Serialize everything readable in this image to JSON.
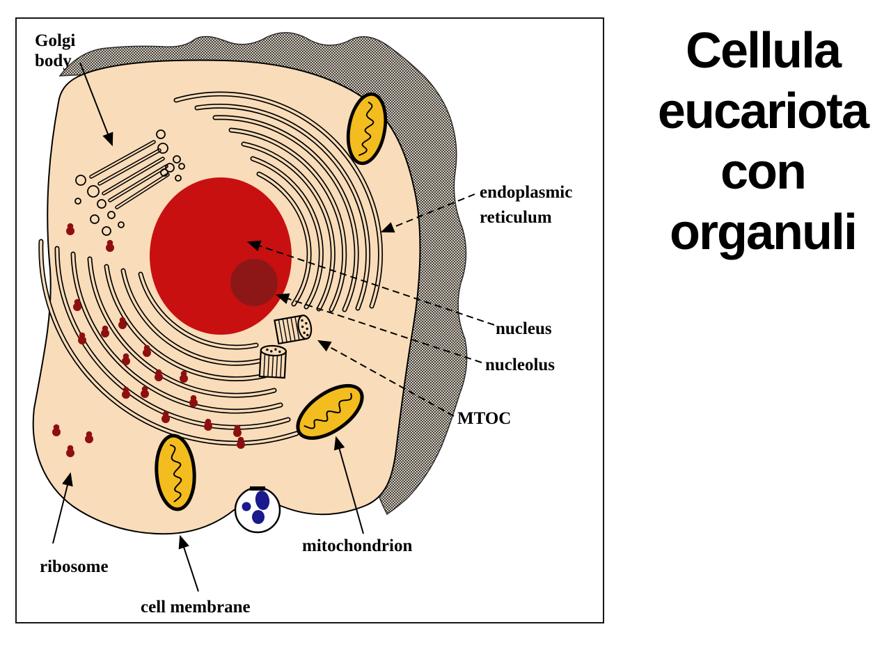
{
  "title": {
    "lines": [
      "Cellula",
      "eucariota",
      "con",
      "organuli"
    ]
  },
  "labels": {
    "golgi_line1": "Golgi",
    "golgi_line2": "body",
    "er_line1": "endoplasmic",
    "er_line2": "reticulum",
    "nucleus": "nucleus",
    "nucleolus": "nucleolus",
    "mtoc": "MTOC",
    "mitochondrion": "mitochondrion",
    "ribosome": "ribosome",
    "cell_membrane": "cell membrane"
  },
  "colors": {
    "cytoplasm": "#F9DCB9",
    "nucleus": "#C81010",
    "nucleolus": "#8D1717",
    "mitochondrion": "#F3BC1F",
    "ribosome": "#8E0F0F",
    "vesicle_dots": "#1A1A8C",
    "matrix_light": "#D4CCC0",
    "matrix_dark": "#45413C",
    "outline": "#000000"
  }
}
